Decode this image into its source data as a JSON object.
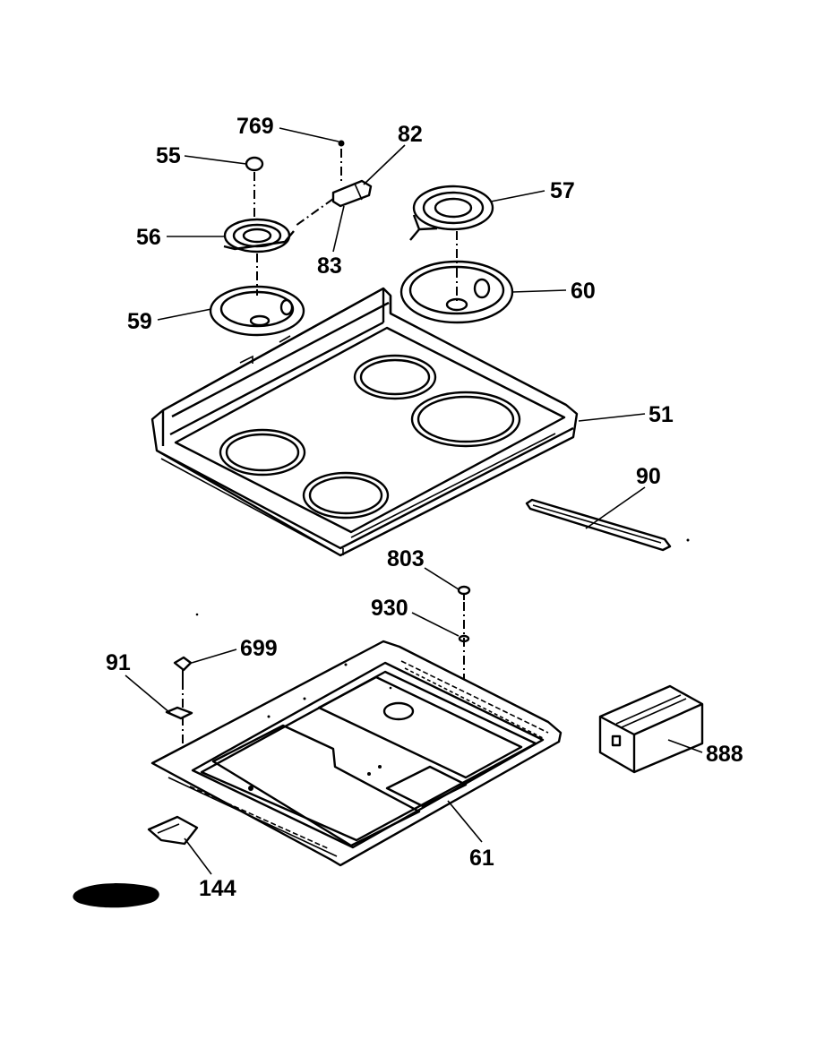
{
  "callouts": {
    "p769": "769",
    "p82": "82",
    "p55": "55",
    "p57": "57",
    "p56": "56",
    "p83": "83",
    "p60": "60",
    "p59": "59",
    "p51": "51",
    "p90": "90",
    "p803": "803",
    "p930": "930",
    "p91": "91",
    "p699": "699",
    "p888": "888",
    "p61": "61",
    "p144": "144"
  }
}
